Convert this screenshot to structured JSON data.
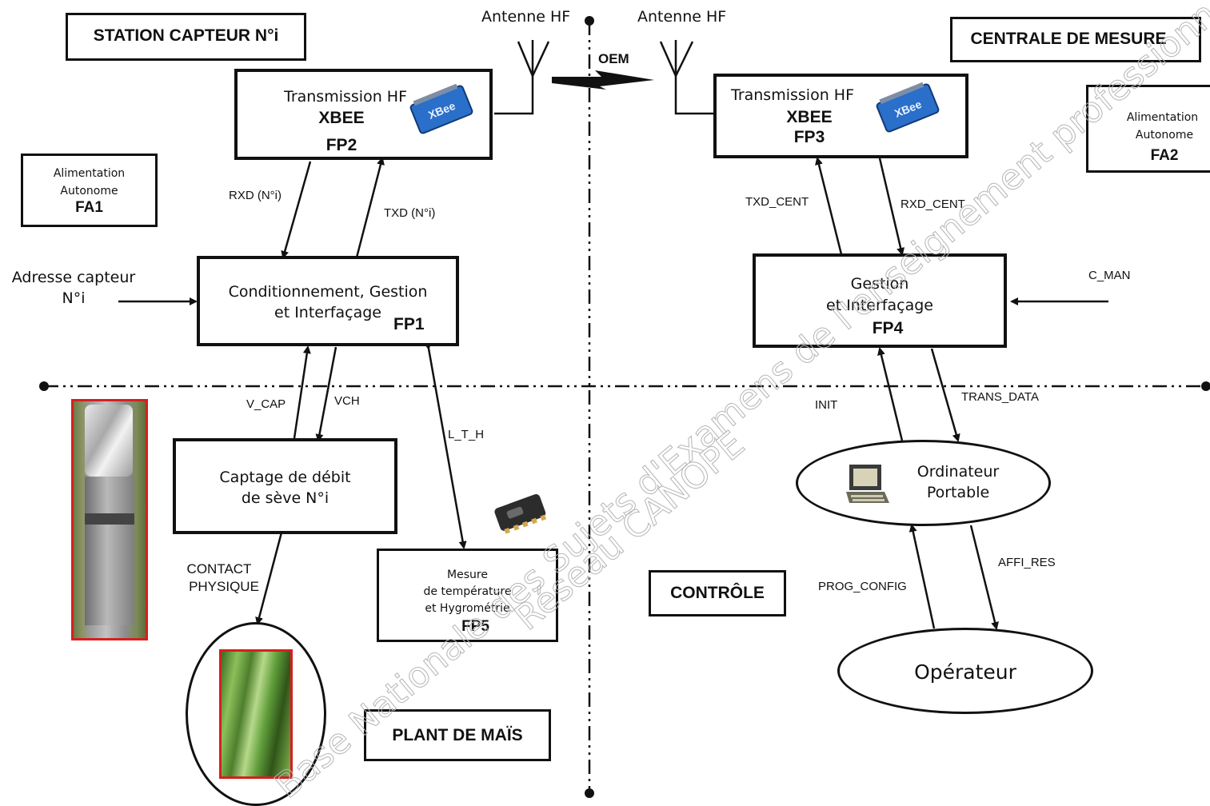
{
  "titles": {
    "station": "STATION CAPTEUR N°i",
    "centrale": "CENTRALE DE MESURE",
    "controle": "CONTRÔLE",
    "plant": "PLANT DE MAÏS"
  },
  "antennas": {
    "left": "Antenne HF",
    "right": "Antenne HF",
    "link": "OEM"
  },
  "fp2": {
    "line1": "Transmission HF",
    "line2": "XBEE",
    "code": "FP2"
  },
  "fp3": {
    "line1": "Transmission HF",
    "line2": "XBEE",
    "code": "FP3"
  },
  "fa1": {
    "line1": "Alimentation",
    "line2": "Autonome",
    "code": "FA1"
  },
  "fa2": {
    "line1": "Alimentation",
    "line2": "Autonome",
    "code": "FA2"
  },
  "fp1": {
    "line1": "Conditionnement, Gestion",
    "line2": "et Interfaçage",
    "code": "FP1"
  },
  "fp4": {
    "line1": "Gestion",
    "line2": "et Interfaçage",
    "code": "FP4"
  },
  "sap": {
    "line1": "Captage de débit",
    "line2": "de sève N°i"
  },
  "fp5": {
    "line1": "Mesure",
    "line2": "de température",
    "line3": "et Hygrométrie",
    "code": "FP5"
  },
  "laptop": {
    "line1": "Ordinateur",
    "line2": "Portable"
  },
  "operator": {
    "label": "Opérateur"
  },
  "address": {
    "line1": "Adresse capteur",
    "line2": "N°i"
  },
  "signals": {
    "rxd": "RXD (N°i)",
    "txd": "TXD (N°i)",
    "txd_cent": "TXD_CENT",
    "rxd_cent": "RXD_CENT",
    "c_man": "C_MAN",
    "v_cap": "V_CAP",
    "vch": "VCH",
    "lth": "L_T_H",
    "init": "INIT",
    "trans_data": "TRANS_DATA",
    "contact1": "CONTACT",
    "contact2": "PHYSIQUE",
    "prog_config": "PROG_CONFIG",
    "affi_res": "AFFI_RES"
  },
  "watermark": {
    "line1": "Base Nationale des Sujets d'Examens de l'enseignement professionnel",
    "line2": "Réseau CANOPE"
  },
  "colors": {
    "photo_frame": "#d61f1f",
    "xbee_blue": "#2a6fc9",
    "leaf_green": "#5f9e3a",
    "sensor_grey": "#9a9a9a"
  }
}
